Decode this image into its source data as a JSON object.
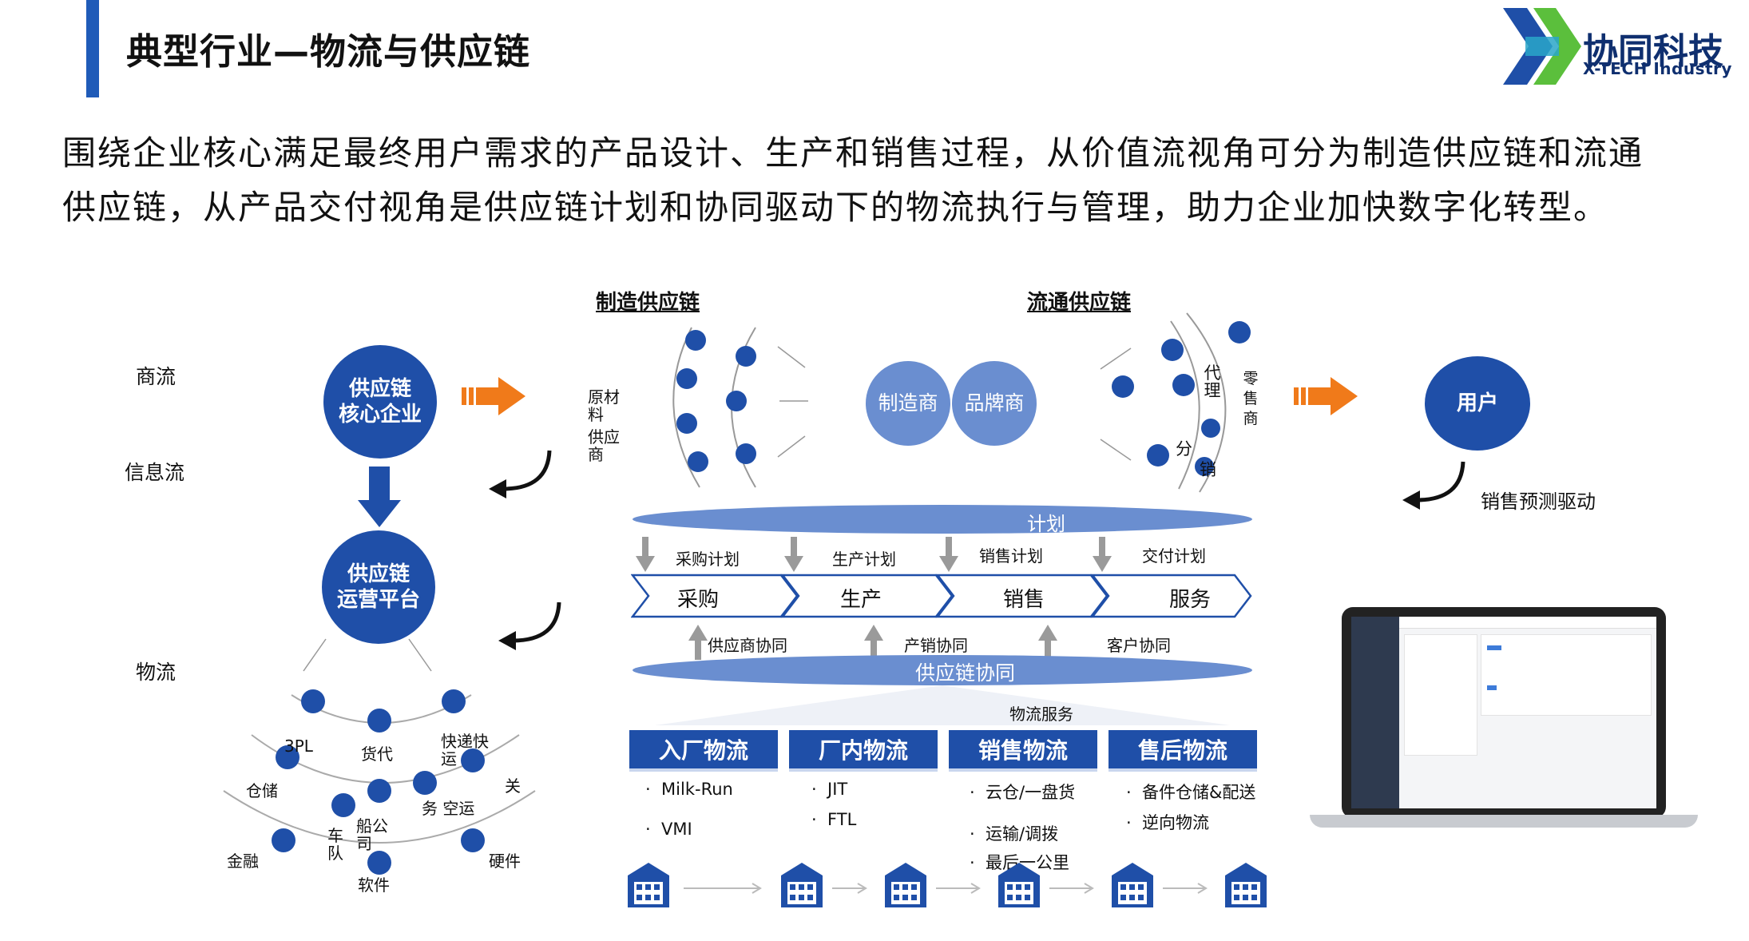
{
  "header": {
    "title": "典型行业—物流与供应链"
  },
  "logo": {
    "name_cn": "协同科技",
    "name_en": "X-TECH Industry"
  },
  "intro": {
    "line1": "围绕企业核心满足最终用户需求的产品设计、生产和销售过程，从价值流视角可分为制造供应链和流通",
    "line2": "供应链，从产品交付视角是供应链计划和协同驱动下的物流执行与管理，助力企业加快数字化转型。"
  },
  "left": {
    "flow_labels": {
      "commerce": "商流",
      "info": "信息流",
      "logistics": "物流"
    },
    "core": {
      "line1": "供应链",
      "line2": "核心企业"
    },
    "platform": {
      "line1": "供应链",
      "line2": "运营平台"
    },
    "ring_labels": {
      "three_pl": "3PL",
      "freight": "货代",
      "express_a": "快递快",
      "express_b": "运",
      "warehouse": "仓储",
      "customs": "关",
      "service": "务 空运",
      "fleet_a": "车",
      "fleet_b": "队",
      "shipping_a": "船公",
      "shipping_b": "司",
      "finance": "金融",
      "software": "软件",
      "hardware": "硬件"
    }
  },
  "supply": {
    "manufacturing_title": "制造供应链",
    "distribution_title": "流通供应链",
    "raw_a": "原材",
    "raw_b": "料",
    "supplier_a": "供应",
    "supplier_b": "商",
    "manufacturer": "制造商",
    "brand": "品牌商",
    "agent_a": "代",
    "agent_b": "理",
    "distrib_a": "分",
    "distrib_b": "销",
    "retail_a": "零",
    "retail_b": "售",
    "retail_c": "商",
    "plan_title": "计划",
    "plans": [
      "采购计划",
      "生产计划",
      "销售计划",
      "交付计划"
    ],
    "stages": [
      "采购",
      "生产",
      "销售",
      "服务"
    ],
    "collabs": [
      "供应商协同",
      "产销协同",
      "客户协同"
    ],
    "collab_title": "供应链协同",
    "logistics_service": "物流服务"
  },
  "logistics": {
    "boxes": [
      "入厂物流",
      "厂内物流",
      "销售物流",
      "售后物流"
    ],
    "col1": [
      "Milk-Run",
      "VMI"
    ],
    "col2": [
      "JIT",
      "FTL"
    ],
    "col3": [
      "云仓/一盘货",
      "运输/调拨",
      "最后一公里"
    ],
    "col4": [
      "备件仓储&配送",
      "逆向物流"
    ],
    "bullet": "·"
  },
  "right": {
    "user": "用户",
    "forecast": "销售预测驱动"
  },
  "colors": {
    "accent": "#1f4fa8",
    "light": "#6a8ed0",
    "pale": "#7f9bd3",
    "orange": "#f07a1a"
  }
}
